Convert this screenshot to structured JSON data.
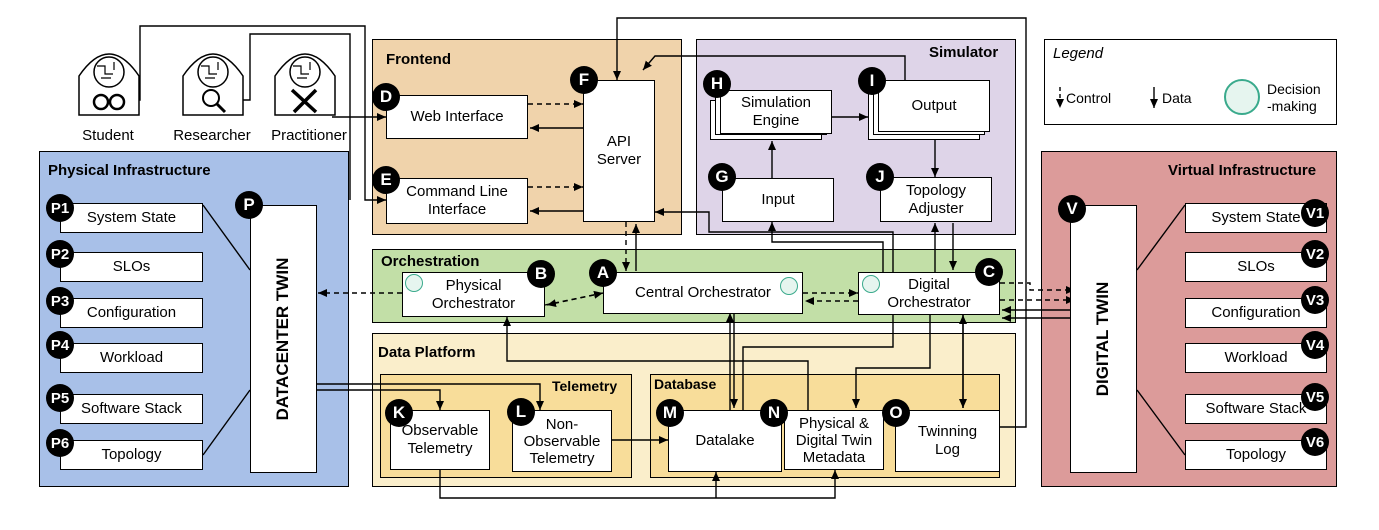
{
  "actors": [
    {
      "label": "Student",
      "icon": "brain-icon"
    },
    {
      "label": "Researcher",
      "icon": "brain-magnifier-icon"
    },
    {
      "label": "Practitioner",
      "icon": "tools-icon"
    }
  ],
  "legend": {
    "title": "Legend",
    "control": "Control",
    "data": "Data",
    "decision": "Decision\n-making"
  },
  "frontend": {
    "title": "Frontend",
    "web": {
      "badge": "D",
      "label": "Web Interface"
    },
    "cli": {
      "badge": "E",
      "label": "Command Line\nInterface"
    },
    "api": {
      "badge": "F",
      "label": "API\nServer"
    }
  },
  "simulator": {
    "title": "Simulator",
    "engine": {
      "badge": "H",
      "label": "Simulation\nEngine"
    },
    "output": {
      "badge": "I",
      "label": "Output"
    },
    "input": {
      "badge": "G",
      "label": "Input"
    },
    "adjuster": {
      "badge": "J",
      "label": "Topology\nAdjuster"
    }
  },
  "orchestration": {
    "title": "Orchestration",
    "physical": {
      "badge": "B",
      "label": "Physical\nOrchestrator"
    },
    "central": {
      "badge": "A",
      "label": "Central Orchestrator"
    },
    "digital": {
      "badge": "C",
      "label": "Digital\nOrchestrator"
    }
  },
  "data_platform": {
    "title": "Data Platform",
    "telemetry_title": "Telemetry",
    "database_title": "Database",
    "observable": {
      "badge": "K",
      "label": "Observable\nTelemetry"
    },
    "non_observable": {
      "badge": "L",
      "label": "Non-\nObservable\nTelemetry"
    },
    "datalake": {
      "badge": "M",
      "label": "Datalake"
    },
    "metadata": {
      "badge": "N",
      "label": "Physical &\nDigital Twin\nMetadata"
    },
    "twinning": {
      "badge": "O",
      "label": "Twinning\nLog"
    }
  },
  "physical_infra": {
    "title": "Physical Infrastructure",
    "twin_badge": "P",
    "twin_label": "DATACENTER TWIN",
    "items": [
      {
        "badge": "P1",
        "label": "System State"
      },
      {
        "badge": "P2",
        "label": "SLOs"
      },
      {
        "badge": "P3",
        "label": "Configuration"
      },
      {
        "badge": "P4",
        "label": "Workload"
      },
      {
        "badge": "P5",
        "label": "Software Stack"
      },
      {
        "badge": "P6",
        "label": "Topology"
      }
    ]
  },
  "virtual_infra": {
    "title": "Virtual Infrastructure",
    "twin_badge": "V",
    "twin_label": "DIGITAL TWIN",
    "items": [
      {
        "badge": "V1",
        "label": "System State"
      },
      {
        "badge": "V2",
        "label": "SLOs"
      },
      {
        "badge": "V3",
        "label": "Configuration"
      },
      {
        "badge": "V4",
        "label": "Workload"
      },
      {
        "badge": "V5",
        "label": "Software Stack"
      },
      {
        "badge": "V6",
        "label": "Topology"
      }
    ]
  },
  "colors": {
    "physical_bg": "#a8c0e8",
    "frontend_bg": "#f0d3ab",
    "simulator_bg": "#ded4e8",
    "orchestration_bg": "#c2dfa7",
    "data_platform_bg": "#faeecb",
    "telemetry_bg": "#f8dd9a",
    "virtual_bg": "#dc9b9a",
    "brain_icon": "#3aaa8c"
  }
}
